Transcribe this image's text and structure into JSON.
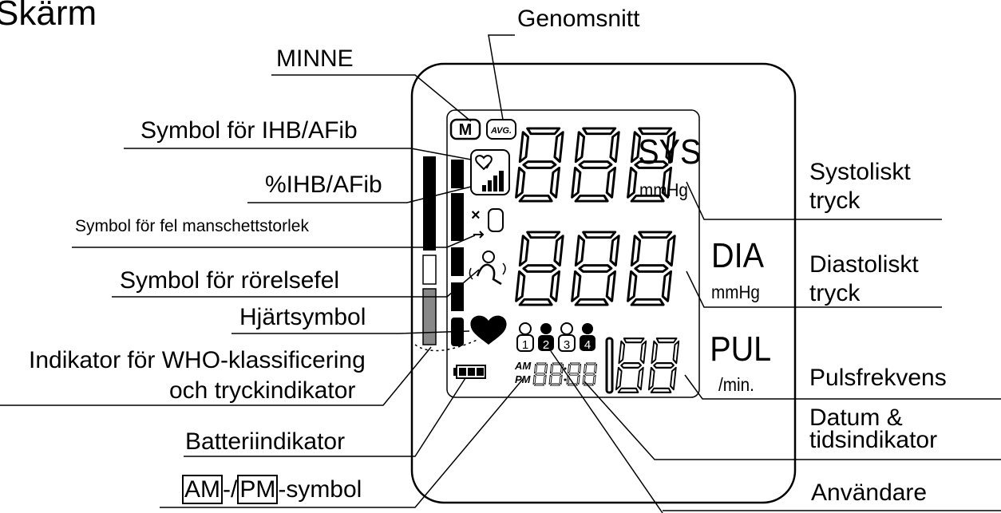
{
  "title": "Skärm",
  "labels": {
    "genomsnitt": "Genomsnitt",
    "minne": "MINNE",
    "ihb_symbol": "Symbol för IHB/AFib",
    "ihb_percent": "%IHB/AFib",
    "cuff": "Symbol för fel manschettstorlek",
    "motion": "Symbol  för  rörelsefel",
    "heart": "Hjärtsymbol",
    "who_line1": "Indikator för WHO-klassificering",
    "who_line2": "och  tryckindikator",
    "battery": "Batteriindikator",
    "ampm_am": "AM",
    "ampm_dash": "-/",
    "ampm_pm": "PM",
    "ampm_rest": "-symbol",
    "sys_line1": "Systoliskt",
    "sys_line2": "tryck",
    "dia_line1": "Diastoliskt",
    "dia_line2": "tryck",
    "pulse": "Pulsfrekvens",
    "datetime_line1": "Datum &",
    "datetime_line2": "tidsindikator",
    "user": "Användare"
  },
  "display": {
    "sys": "SYS",
    "dia": "DIA",
    "pul": "PUL",
    "mmhg": "mmHg",
    "permin": "/min.",
    "m_icon": "M",
    "avg_icon": "AVG.",
    "am": "AM",
    "pm": "PM",
    "users": [
      "1",
      "2",
      "3",
      "4"
    ]
  }
}
